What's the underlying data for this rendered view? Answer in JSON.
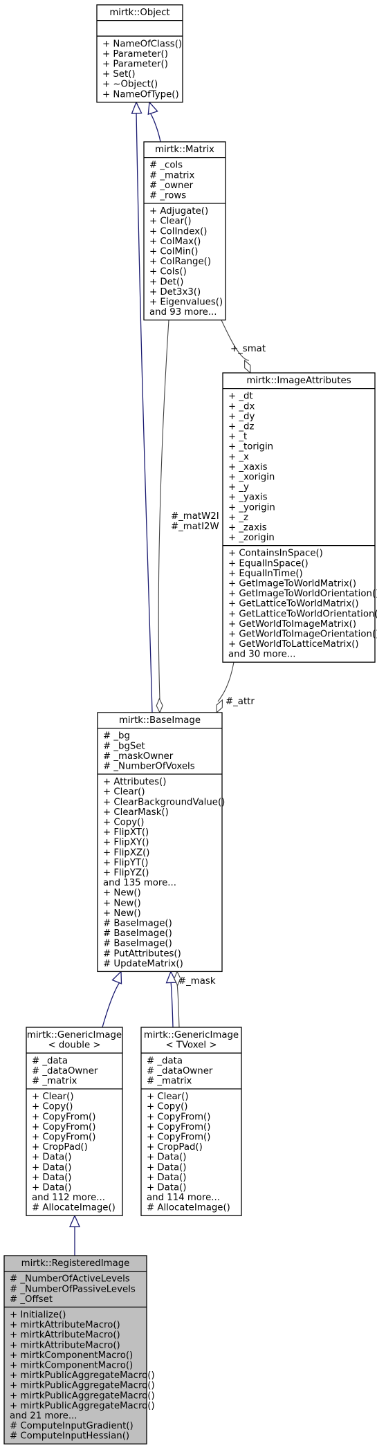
{
  "diagram": {
    "classes": [
      {
        "id": "object",
        "title": [
          "mirtk::Object"
        ],
        "attributes": [],
        "methods": [
          "+ NameOfClass()",
          "+ Parameter()",
          "+ Parameter()",
          "+ Set()",
          "+ ~Object()",
          "+ NameOfType()"
        ]
      },
      {
        "id": "matrix",
        "title": [
          "mirtk::Matrix"
        ],
        "attributes": [
          "# _cols",
          "# _matrix",
          "# _owner",
          "# _rows"
        ],
        "methods": [
          "+ Adjugate()",
          "+ Clear()",
          "+ ColIndex()",
          "+ ColMax()",
          "+ ColMin()",
          "+ ColRange()",
          "+ Cols()",
          "+ Det()",
          "+ Det3x3()",
          "+ Eigenvalues()",
          "and 93 more..."
        ]
      },
      {
        "id": "imageattributes",
        "title": [
          "mirtk::ImageAttributes"
        ],
        "attributes": [
          "+ _dt",
          "+ _dx",
          "+ _dy",
          "+ _dz",
          "+ _t",
          "+ _torigin",
          "+ _x",
          "+ _xaxis",
          "+ _xorigin",
          "+ _y",
          "+ _yaxis",
          "+ _yorigin",
          "+ _z",
          "+ _zaxis",
          "+ _zorigin"
        ],
        "methods": [
          "+ ContainsInSpace()",
          "+ EqualInSpace()",
          "+ EqualInTime()",
          "+ GetImageToWorldMatrix()",
          "+ GetImageToWorldOrientation()",
          "+ GetLatticeToWorldMatrix()",
          "+ GetLatticeToWorldOrientation()",
          "+ GetWorldToImageMatrix()",
          "+ GetWorldToImageOrientation()",
          "+ GetWorldToLatticeMatrix()",
          "and 30 more..."
        ]
      },
      {
        "id": "baseimage",
        "title": [
          "mirtk::BaseImage"
        ],
        "attributes": [
          "# _bg",
          "# _bgSet",
          "# _maskOwner",
          "# _NumberOfVoxels"
        ],
        "methods": [
          "+ Attributes()",
          "+ Clear()",
          "+ ClearBackgroundValue()",
          "+ ClearMask()",
          "+ Copy()",
          "+ FlipXT()",
          "+ FlipXY()",
          "+ FlipXZ()",
          "+ FlipYT()",
          "+ FlipYZ()",
          "and 135 more...",
          "+ New()",
          "+ New()",
          "+ New()",
          "# BaseImage()",
          "# BaseImage()",
          "# BaseImage()",
          "# PutAttributes()",
          "# UpdateMatrix()"
        ]
      },
      {
        "id": "genericdouble",
        "title": [
          "mirtk::GenericImage",
          "< double >"
        ],
        "attributes": [
          "# _data",
          "# _dataOwner",
          "# _matrix"
        ],
        "methods": [
          "+ Clear()",
          "+ Copy()",
          "+ CopyFrom()",
          "+ CopyFrom()",
          "+ CopyFrom()",
          "+ CropPad()",
          "+ Data()",
          "+ Data()",
          "+ Data()",
          "+ Data()",
          "and 112 more...",
          "# AllocateImage()"
        ]
      },
      {
        "id": "generictvoxel",
        "title": [
          "mirtk::GenericImage",
          "< TVoxel >"
        ],
        "attributes": [
          "# _data",
          "# _dataOwner",
          "# _matrix"
        ],
        "methods": [
          "+ Clear()",
          "+ Copy()",
          "+ CopyFrom()",
          "+ CopyFrom()",
          "+ CopyFrom()",
          "+ CropPad()",
          "+ Data()",
          "+ Data()",
          "+ Data()",
          "+ Data()",
          "and 114 more...",
          "# AllocateImage()"
        ]
      },
      {
        "id": "registeredimage",
        "highlight": true,
        "title": [
          "mirtk::RegisteredImage"
        ],
        "attributes": [
          "# _NumberOfActiveLevels",
          "# _NumberOfPassiveLevels",
          "# _Offset"
        ],
        "methods": [
          "+ Initialize()",
          "+ mirtkAttributeMacro()",
          "+ mirtkAttributeMacro()",
          "+ mirtkAttributeMacro()",
          "+ mirtkComponentMacro()",
          "+ mirtkComponentMacro()",
          "+ mirtkPublicAggregateMacro()",
          "+ mirtkPublicAggregateMacro()",
          "+ mirtkPublicAggregateMacro()",
          "+ mirtkPublicAggregateMacro()",
          "and 21 more...",
          "# ComputeInputGradient()",
          "# ComputeInputHessian()"
        ]
      }
    ],
    "edge_labels": {
      "smat": "+_smat",
      "matW2I": "#_matW2I",
      "matI2W": "#_matI2W",
      "attr": "#_attr",
      "mask": "#_mask"
    },
    "colors": {
      "inheritance": "#191970",
      "association": "#404040",
      "highlight_fill": "#bfbfbf"
    }
  }
}
